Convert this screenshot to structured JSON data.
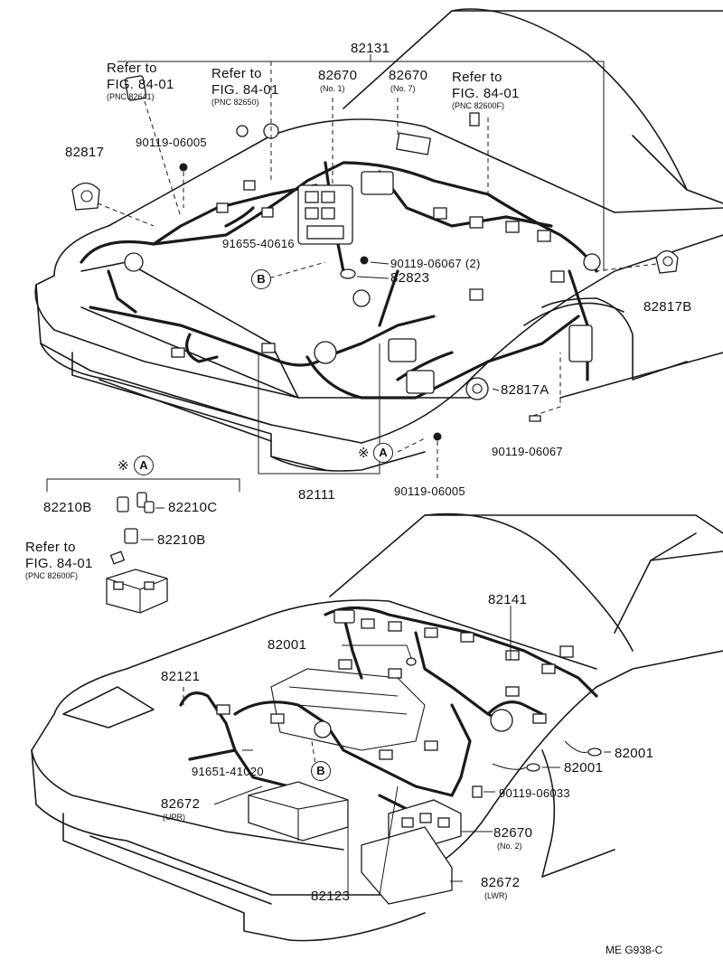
{
  "top_section": {
    "main_harness": "82131",
    "ref_left": {
      "line1": "Refer to",
      "line2": "FIG. 84-01",
      "pnc": "(PNC 82641)"
    },
    "ref_mid": {
      "line1": "Refer to",
      "line2": "FIG. 84-01",
      "pnc": "(PNC 82650)"
    },
    "ref_right": {
      "line1": "Refer to",
      "line2": "FIG. 84-01",
      "pnc": "(PNC 82600F)"
    },
    "relay_block_no1": {
      "part": "82670",
      "note": "(No. 1)"
    },
    "relay_block_no7": {
      "part": "82670",
      "note": "(No. 7)"
    },
    "clamp_left": "82817",
    "bolt_top": "90119-06005",
    "screw_b": "91655-40616",
    "bolt_mid": "90119-06067 (2)",
    "grommet": "82823",
    "clamp_right": "82817B",
    "clamp_a": "82817A",
    "bolt_right": "90119-06067",
    "bolt_bottom": "90119-06005",
    "front_harness": "82111",
    "marker_b": "B",
    "marker_a": "A",
    "asterisk": "※"
  },
  "inset": {
    "asterisk": "※",
    "marker_a": "A",
    "fuse_b1": "82210B",
    "fuse_c": "82210C",
    "fuse_b2": "82210B",
    "ref": {
      "line1": "Refer to",
      "line2": "FIG. 84-01",
      "pnc": "(PNC 82600F)"
    }
  },
  "bottom_section": {
    "cowl_harness": "82141",
    "connector_top": "82001",
    "harness_left": "82121",
    "screw_b": "91651-41020",
    "marker_b": "B",
    "cover_upr": {
      "part": "82672",
      "note": "(UPR)"
    },
    "connector_right1": "82001",
    "connector_right2": "82001",
    "bolt": "90119-06033",
    "relay_block_no2": {
      "part": "82670",
      "note": "(No. 2)"
    },
    "harness_bottom": "82123",
    "cover_lwr": {
      "part": "82672",
      "note": "(LWR)"
    }
  },
  "footer": {
    "code": "ME  G938-C"
  }
}
